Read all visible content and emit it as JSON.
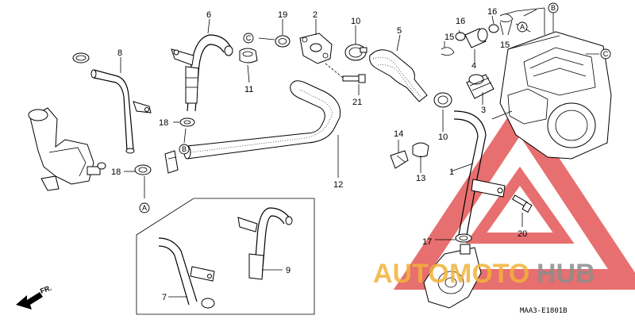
{
  "diagram": {
    "callouts": [
      "1",
      "2",
      "3",
      "4",
      "5",
      "6",
      "7",
      "8",
      "9",
      "10",
      "10",
      "11",
      "12",
      "13",
      "14",
      "15",
      "15",
      "16",
      "16",
      "17",
      "18",
      "18",
      "19",
      "20",
      "21"
    ],
    "reference_marks": [
      "A",
      "A",
      "B",
      "B",
      "C",
      "C"
    ],
    "front_marker": "FR.",
    "drawing_code": "MAA3-E1801B"
  },
  "watermark": {
    "part1": "AUTO",
    "part2": "MOTO",
    "part3": "HUB",
    "color_primary": "#f2b33a",
    "color_secondary": "#8d8d8d",
    "triangle_color": "#e04040"
  }
}
